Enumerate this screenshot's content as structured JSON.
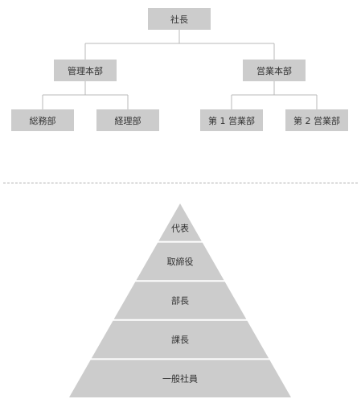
{
  "org_chart": {
    "root": "社長",
    "divisions": [
      {
        "name": "管理本部",
        "departments": [
          "総務部",
          "経理部"
        ]
      },
      {
        "name": "営業本部",
        "departments": [
          "第 1 営業部",
          "第 2 営業部"
        ]
      }
    ]
  },
  "pyramid": {
    "levels": [
      "代表",
      "取締役",
      "部長",
      "課長",
      "一般社員"
    ]
  }
}
